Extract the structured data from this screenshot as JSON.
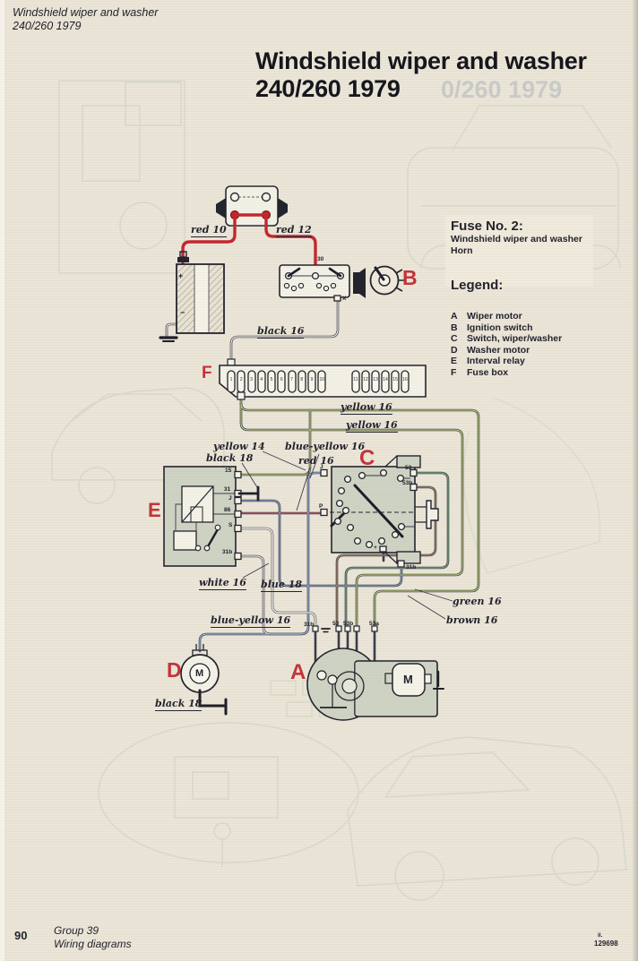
{
  "header": {
    "line1": "Windshield wiper and washer",
    "line2": "240/260 1979"
  },
  "title": {
    "line1": "Windshield wiper and washer",
    "line2": "240/260 1979",
    "ghost": "0/260 1979"
  },
  "fuse_note": {
    "heading": "Fuse No. 2:",
    "line1": "Windshield wiper and washer",
    "line2": "Horn"
  },
  "legend": {
    "heading": "Legend:",
    "items": [
      {
        "key": "A",
        "label": "Wiper motor"
      },
      {
        "key": "B",
        "label": "Ignition switch"
      },
      {
        "key": "C",
        "label": "Switch, wiper/washer"
      },
      {
        "key": "D",
        "label": "Washer motor"
      },
      {
        "key": "E",
        "label": "Interval relay"
      },
      {
        "key": "F",
        "label": "Fuse box"
      }
    ]
  },
  "diagram": {
    "letters": {
      "a": "A",
      "b": "B",
      "c": "C",
      "d": "D",
      "e": "E",
      "f": "F"
    },
    "motor_letter": "M",
    "wire_labels": [
      {
        "text": "red 10"
      },
      {
        "text": "red 12"
      },
      {
        "text": "black 16"
      },
      {
        "text": "yellow 16"
      },
      {
        "text": "yellow 16"
      },
      {
        "text": "yellow 14"
      },
      {
        "text": "black 18"
      },
      {
        "text": "blue-yellow 16"
      },
      {
        "text": "red 16"
      },
      {
        "text": "white 16"
      },
      {
        "text": "blue 18"
      },
      {
        "text": "blue-yellow 16"
      },
      {
        "text": "green 16"
      },
      {
        "text": "brown 16"
      },
      {
        "text": "black 18"
      }
    ],
    "terminals": {
      "t30": "30",
      "tx": "X",
      "e15": "15",
      "e31": "31",
      "ej": "J",
      "e86": "86",
      "es": "S",
      "e31b": "31b",
      "cj": "J",
      "cp": "P",
      "c53": "53",
      "c53b": "53b",
      "cplus": "+",
      "c31b": "31b",
      "a31b": "31b",
      "a53": "53",
      "a53b": "53b",
      "a53a": "53a",
      "bat_plus": "+",
      "bat_minus": "−"
    },
    "fuse_numbers": [
      "1",
      "2",
      "3",
      "4",
      "5",
      "6",
      "7",
      "8",
      "9",
      "10",
      "11",
      "12",
      "13",
      "14",
      "15",
      "16"
    ]
  },
  "footer": {
    "page_number": "90",
    "group_line1": "Group 39",
    "group_line2": "Wiring diagrams",
    "ill_prefix": "il.",
    "ill_number": "129698"
  },
  "colors": {
    "accent_red": "#c4333a",
    "page_bg": "#eae5d7",
    "ink": "#23232e"
  }
}
